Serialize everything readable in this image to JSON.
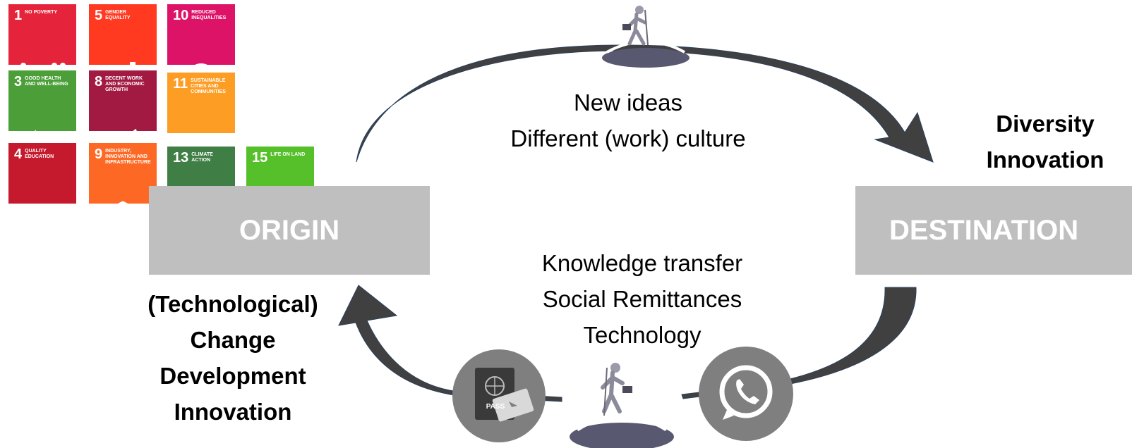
{
  "sdg_tiles": [
    {
      "number": "1",
      "title": "NO POVERTY",
      "color": "#e5243b",
      "icon": "family-icon"
    },
    {
      "number": "5",
      "title": "GENDER EQUALITY",
      "color": "#ff3a21",
      "icon": "gender-icon"
    },
    {
      "number": "10",
      "title": "REDUCED INEQUALITIES",
      "color": "#dd1367",
      "icon": "equal-icon"
    },
    {
      "number": "3",
      "title": "GOOD HEALTH AND WELL-BEING",
      "color": "#4c9f38",
      "icon": "heartbeat-icon"
    },
    {
      "number": "8",
      "title": "DECENT WORK AND ECONOMIC GROWTH",
      "color": "#a21942",
      "icon": "growth-chart-icon"
    },
    {
      "number": "11",
      "title": "SUSTAINABLE CITIES AND COMMUNITIES",
      "color": "#fd9d24",
      "icon": "city-icon"
    },
    {
      "number": "4",
      "title": "QUALITY EDUCATION",
      "color": "#c5192d",
      "icon": "book-icon"
    },
    {
      "number": "9",
      "title": "INDUSTRY, INNOVATION AND INFRASTRUCTURE",
      "color": "#fd6925",
      "icon": "cubes-icon"
    },
    {
      "number": "13",
      "title": "CLIMATE ACTION",
      "color": "#3f7e44",
      "icon": "eye-globe-icon"
    },
    {
      "number": "15",
      "title": "LIFE ON LAND",
      "color": "#56c02b",
      "icon": "tree-icon"
    }
  ],
  "origin": {
    "label": "ORIGIN"
  },
  "destination": {
    "label": "DESTINATION"
  },
  "top_flow": {
    "lines": [
      "New ideas",
      "Different (work) culture"
    ]
  },
  "bottom_flow": {
    "lines": [
      "Knowledge transfer",
      "Social Remittances",
      "Technology"
    ]
  },
  "destination_effects": {
    "lines": [
      "Diversity",
      "Innovation"
    ]
  },
  "origin_effects": {
    "lines": [
      "(Technological)",
      "Change",
      "Development",
      "Innovation"
    ]
  },
  "icons": {
    "passport_label": "PASS",
    "passport": "passport-icon",
    "chat": "whatsapp-icon",
    "traveler": "traveler-on-globe-icon"
  },
  "colors": {
    "arrow": "#404040",
    "box": "#bfbfbf",
    "circle": "#7f7f7f"
  }
}
